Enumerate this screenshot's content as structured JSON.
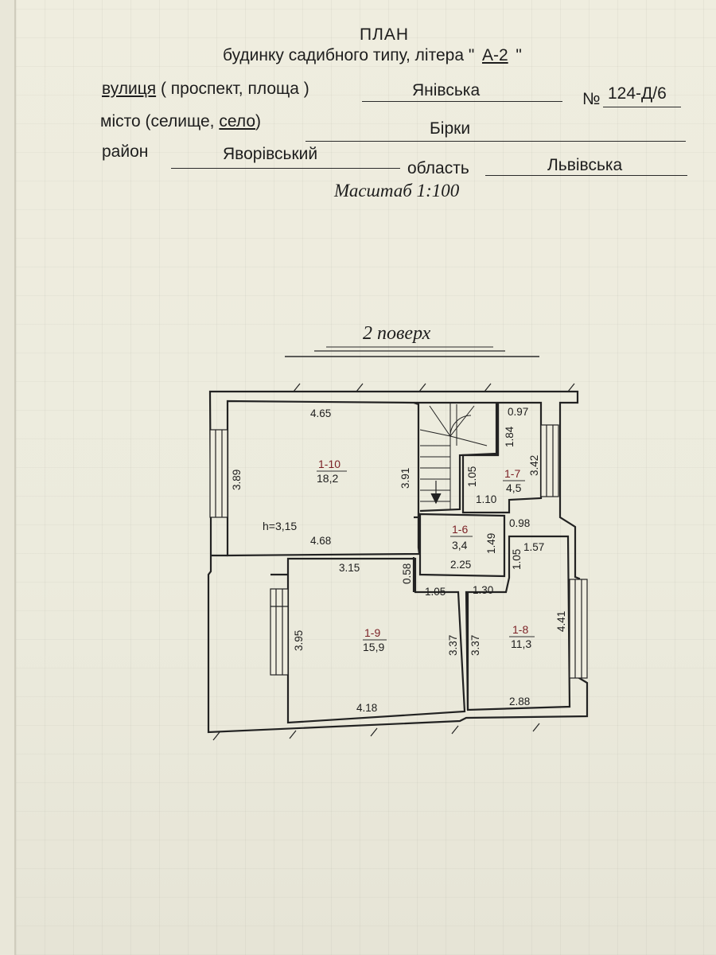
{
  "header": {
    "title": "ПЛАН",
    "subtitle_prefix": "будинку садибного типу, літера \"",
    "letter": "А-2",
    "subtitle_suffix": "\"",
    "street_label_a": "вулиця",
    "street_label_b": "( проспект, площа )",
    "street_value": "Янівська",
    "number_label": "№",
    "number_value": "124-Д/6",
    "city_label_a": "місто (селище,",
    "city_label_b": "село",
    "city_label_c": ")",
    "city_value": "Бірки",
    "district_label": "район",
    "district_value": "Яворівський",
    "region_label": "область",
    "region_value": "Львівська",
    "scale": "Масштаб 1:100"
  },
  "floor_title": "2 поверх",
  "plan": {
    "rooms": [
      {
        "id": "1-10",
        "area": "18,2"
      },
      {
        "id": "1-9",
        "area": "15,9"
      },
      {
        "id": "1-8",
        "area": "11,3"
      },
      {
        "id": "1-7",
        "area": "4,5"
      },
      {
        "id": "1-6",
        "area": "3,4"
      }
    ],
    "height_label": "h=3,15",
    "dims": {
      "r10_top": "4.65",
      "r10_left": "3.89",
      "r10_right": "3.91",
      "r10_bottom": "4.68",
      "r7_top": "0.97",
      "r7_a": "1.84",
      "r7_right": "3.42",
      "r7_left": "1.05",
      "r7_mid": "1.10",
      "r7_bottom": "0.98",
      "r6_right": "1.49",
      "r6_bottom": "2.25",
      "r9_top": "3.15",
      "r9_small": "0.58",
      "r9_left": "3.95",
      "r9_right": "3.37",
      "r9_bottom": "4.18",
      "c_a": "1.05",
      "c_b": "1.30",
      "r8_left": "3.37",
      "r8_a": "1.05",
      "r8_top": "1.57",
      "r8_right": "4.41",
      "r8_bottom": "2.88"
    }
  }
}
